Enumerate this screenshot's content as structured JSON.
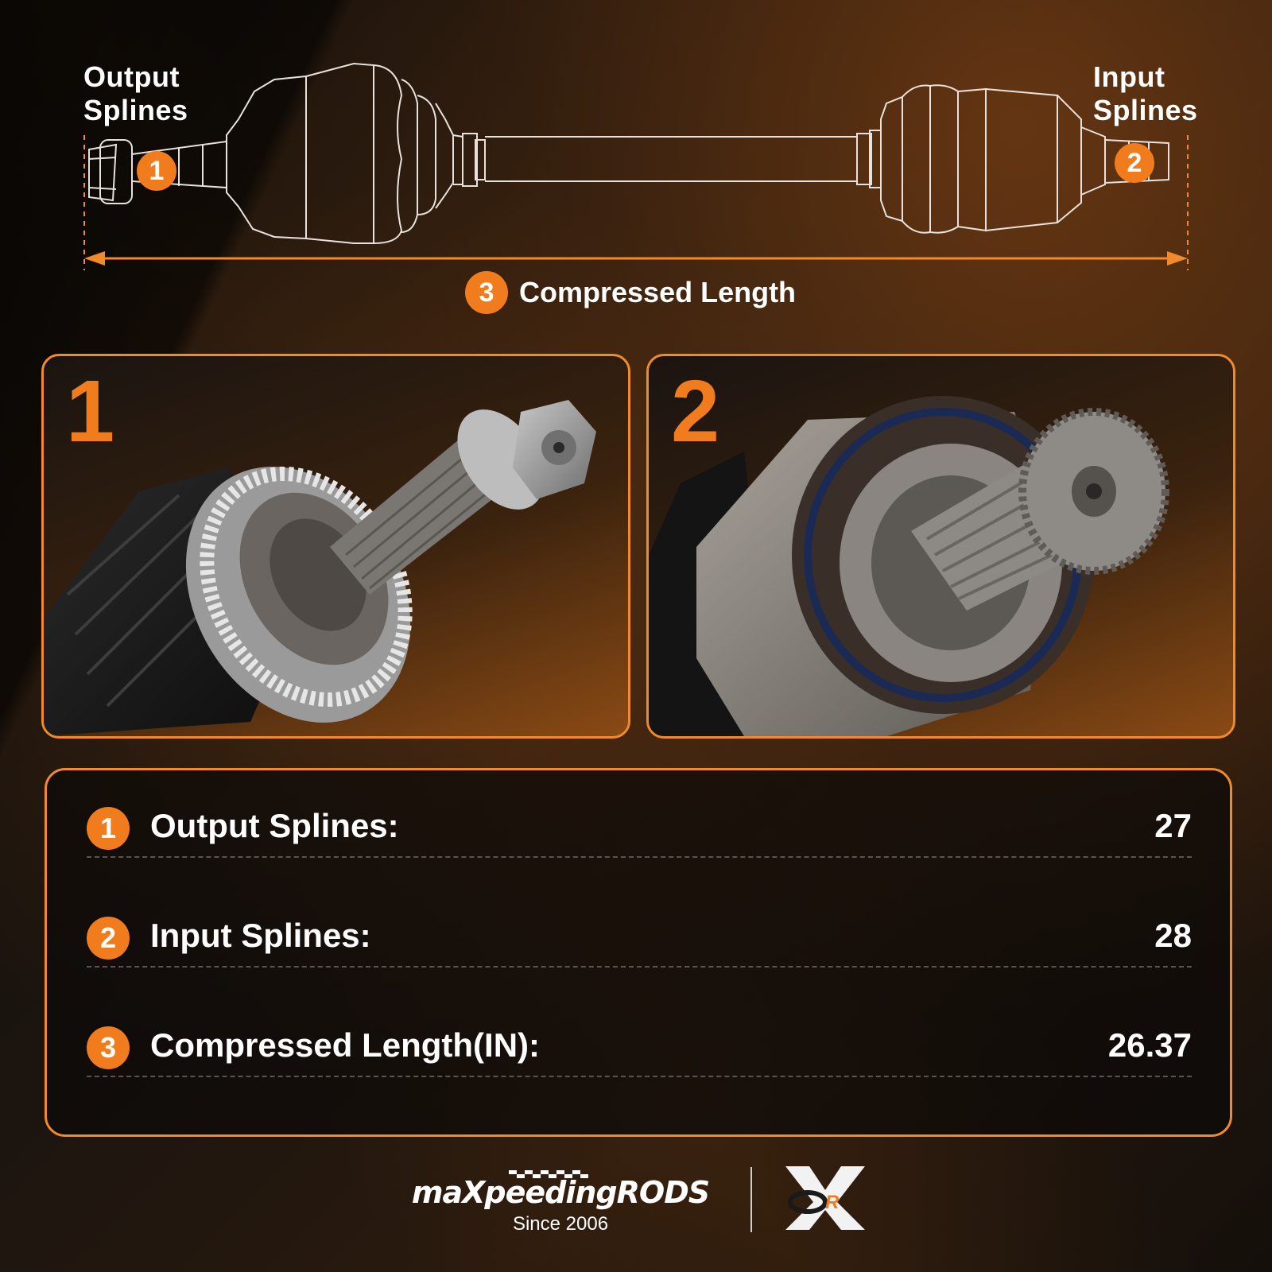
{
  "diagram": {
    "output_label_line1": "Output",
    "output_label_line2": "Splines",
    "input_label_line1": "Input",
    "input_label_line2": "Splines",
    "badge_1": "1",
    "badge_2": "2",
    "badge_3": "3",
    "compressed_label": "Compressed Length"
  },
  "panels": [
    {
      "number": "1"
    },
    {
      "number": "2"
    }
  ],
  "specs": [
    {
      "num": "1",
      "label": "Output Splines:",
      "value": "27"
    },
    {
      "num": "2",
      "label": "Input Splines:",
      "value": "28"
    },
    {
      "num": "3",
      "label": "Compressed Length(IN):",
      "value": "26.37"
    }
  ],
  "footer": {
    "brand_name": "maXpeedingRODS",
    "since": "Since 2006",
    "or_logo_text": "OR"
  },
  "colors": {
    "accent": "#f07c1e",
    "panel_border": "#f08a2a"
  }
}
